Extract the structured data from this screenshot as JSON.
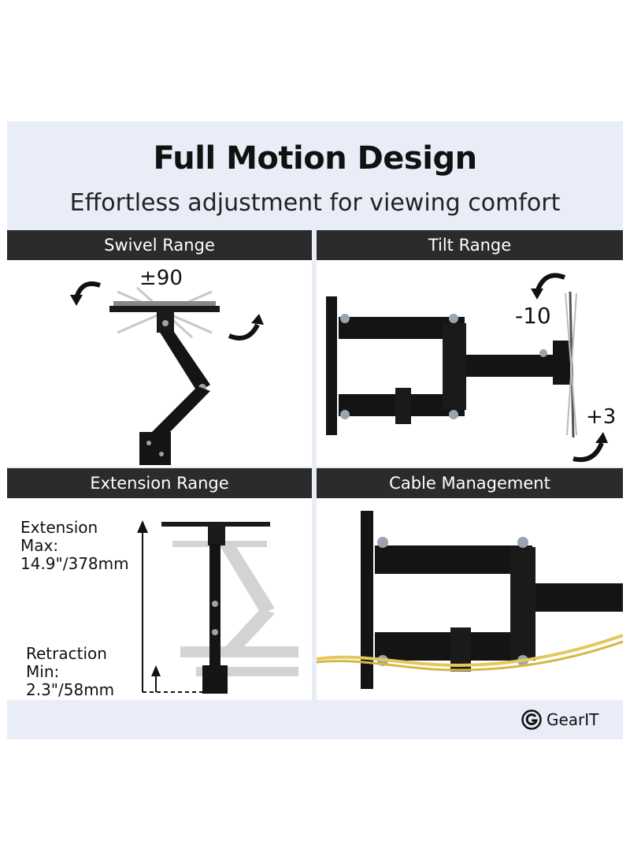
{
  "header": {
    "title": "Full Motion Design",
    "subtitle": "Effortless adjustment for viewing comfort"
  },
  "sections": {
    "swivel": {
      "label": "Swivel Range",
      "angle": "±90"
    },
    "tilt": {
      "label": "Tilt Range",
      "up": "-10",
      "down": "+3"
    },
    "extension": {
      "label": "Extension Range",
      "max_line1": "Extension",
      "max_line2": "Max:",
      "max_value": "14.9\"/378mm",
      "min_line1": "Retraction",
      "min_line2": "Min:",
      "min_value": "2.3\"/58mm"
    },
    "cable": {
      "label": "Cable Management"
    }
  },
  "brand": {
    "name": "GearIT"
  },
  "colors": {
    "bars": "#2b2b2b",
    "background": "#e9edf8",
    "mount": "#141414",
    "cable": "#e3c85a"
  }
}
